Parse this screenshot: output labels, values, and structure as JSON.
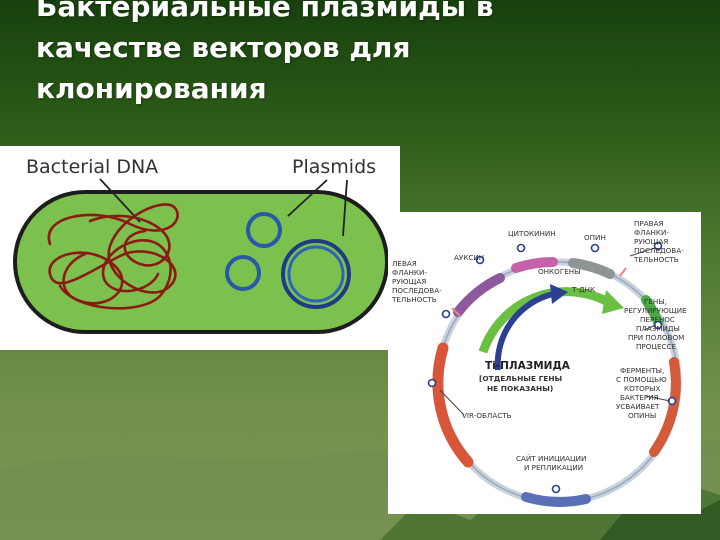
{
  "slide": {
    "title_lines": [
      "Бактериальные плазмиды в",
      "качестве векторов для",
      "клонирования"
    ]
  },
  "bacteria_figure": {
    "label_dna": "Bacterial DNA",
    "label_plasmids": "Plasmids"
  },
  "ti_plasmid_figure": {
    "center_title": "Ti-ПЛАЗМИДА",
    "center_subtitle_lines": [
      "[ОТДЕЛЬНЫЕ ГЕНЫ",
      "НЕ ПОКАЗАНЫ)"
    ],
    "labels": {
      "cytokinin": "ЦИТОКИНИН",
      "opine": "ОПИН",
      "auxin": "АУКСИН",
      "oncogenes": "ОНКОГЕНЫ",
      "t_dna": "Т-ДНК",
      "vir_region": "VIR-ОБЛАСТЬ",
      "right_flank": [
        "ПРАВАЯ",
        "ФЛАНКИ-",
        "РУЮЩАЯ",
        "ПОСЛЕДОВА-",
        "ТЕЛЬНОСТЬ"
      ],
      "left_flank": [
        "ЛЕВАЯ",
        "ФЛАНКИ-",
        "РУЮЩАЯ",
        "ПОСЛЕДОВА-",
        "ТЕЛЬНОСТЬ"
      ],
      "transfer_genes": [
        "ГЕНЫ,",
        "РЕГУЛИРУЮЩИЕ",
        "ПЕРЕНОС",
        "ПЛАЗМИДЫ",
        "ПРИ ПОЛОВОМ",
        "ПРОЦЕССЕ"
      ],
      "opine_enzymes": [
        "ФЕРМЕНТЫ,",
        "С ПОМОЩЬЮ",
        "КОТОРЫХ",
        "БАКТЕРИЯ",
        "УСВАИВАЕТ",
        "ОПИНЫ"
      ],
      "replication_site": [
        "САЙТ ИНИЦИАЦИИ",
        "И РЕПЛИКАЦИИ"
      ]
    }
  },
  "colors": {
    "cell_fill": "#7cc04e",
    "cell_outline": "#1d1d1d",
    "dna": "#8b1a12",
    "plasmid": "#2a58a8",
    "t_dna_arrow": "#2c3f92",
    "oncogene_arrow": "#6bbf43",
    "label_text": "#333333"
  }
}
